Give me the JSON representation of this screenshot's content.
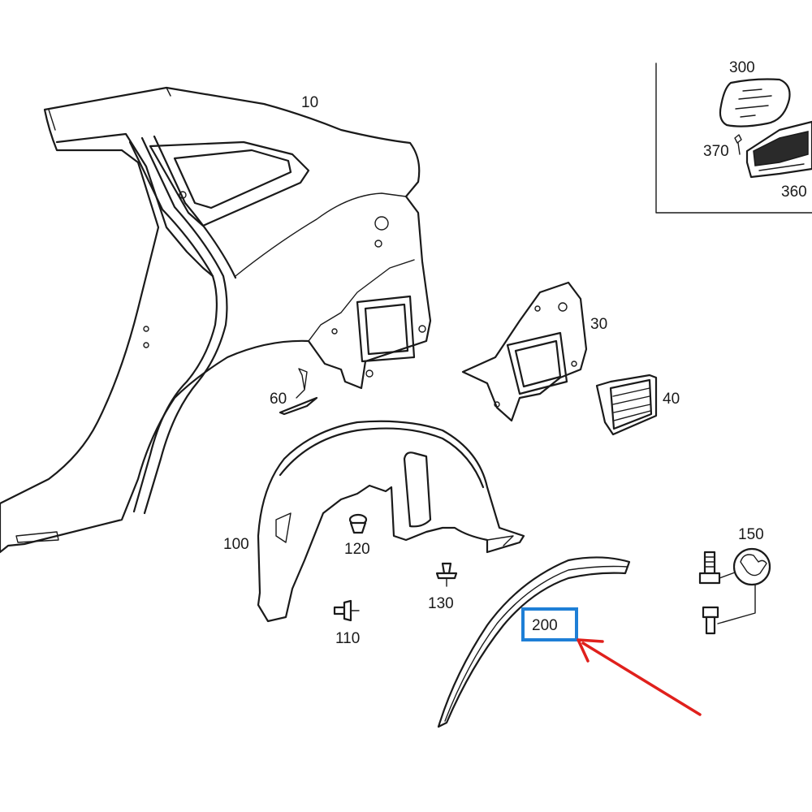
{
  "labels": {
    "p10": "10",
    "p30": "30",
    "p40": "40",
    "p60": "60",
    "p100": "100",
    "p110": "110",
    "p120": "120",
    "p130": "130",
    "p150": "150",
    "p200": "200",
    "p300": "300",
    "p360": "360",
    "p370": "370"
  },
  "highlight": {
    "target_label": "200",
    "box_color": "#1e7fd6",
    "arrow_color": "#e0201c"
  }
}
